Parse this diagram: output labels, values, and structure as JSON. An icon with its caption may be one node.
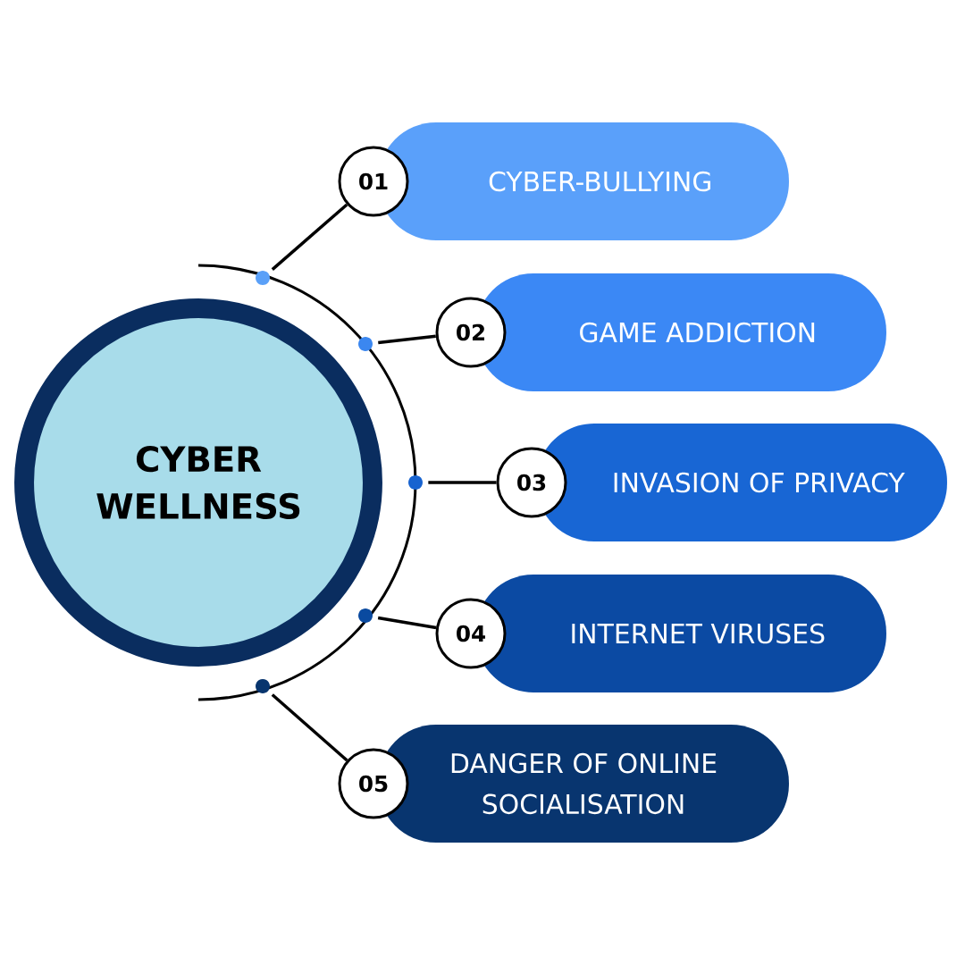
{
  "diagram": {
    "nodes": [
      {
        "text": [
          "CYBER WELLNESS"
        ]
      },
      {
        "text": [],
        "shape": "circle"
      },
      {
        "text": [],
        "shape": "circle"
      },
      {
        "text": [],
        "shape": "circle"
      },
      {
        "text": [],
        "shape": "circle"
      },
      {
        "text": [],
        "shape": "circle"
      },
      {
        "text": [
          "01"
        ]
      },
      {
        "text": [
          "CYBER-BULLYING"
        ]
      },
      {
        "text": [
          "02"
        ]
      },
      {
        "text": [
          "GAME ADDICTION"
        ]
      },
      {
        "text": [
          "03"
        ]
      },
      {
        "text": [
          "INVASION OF PRIVACY"
        ]
      },
      {
        "text": [
          "04"
        ]
      },
      {
        "text": [
          "INTERNET VIRUSES"
        ]
      },
      {
        "text": [
          "05"
        ]
      },
      {
        "text": [
          "DANGER OF ONLINE SOCIALISATION"
        ]
      }
    ],
    "edges": [
      {
        "from": 1,
        "to": 6,
        "arrow": "none"
      },
      {
        "from": 2,
        "to": 8,
        "arrow": "none"
      },
      {
        "from": 3,
        "to": 10,
        "arrow": "none"
      },
      {
        "from": 4,
        "to": 12,
        "arrow": "none"
      },
      {
        "from": 5,
        "to": 14,
        "arrow": "none"
      }
    ]
  }
}
